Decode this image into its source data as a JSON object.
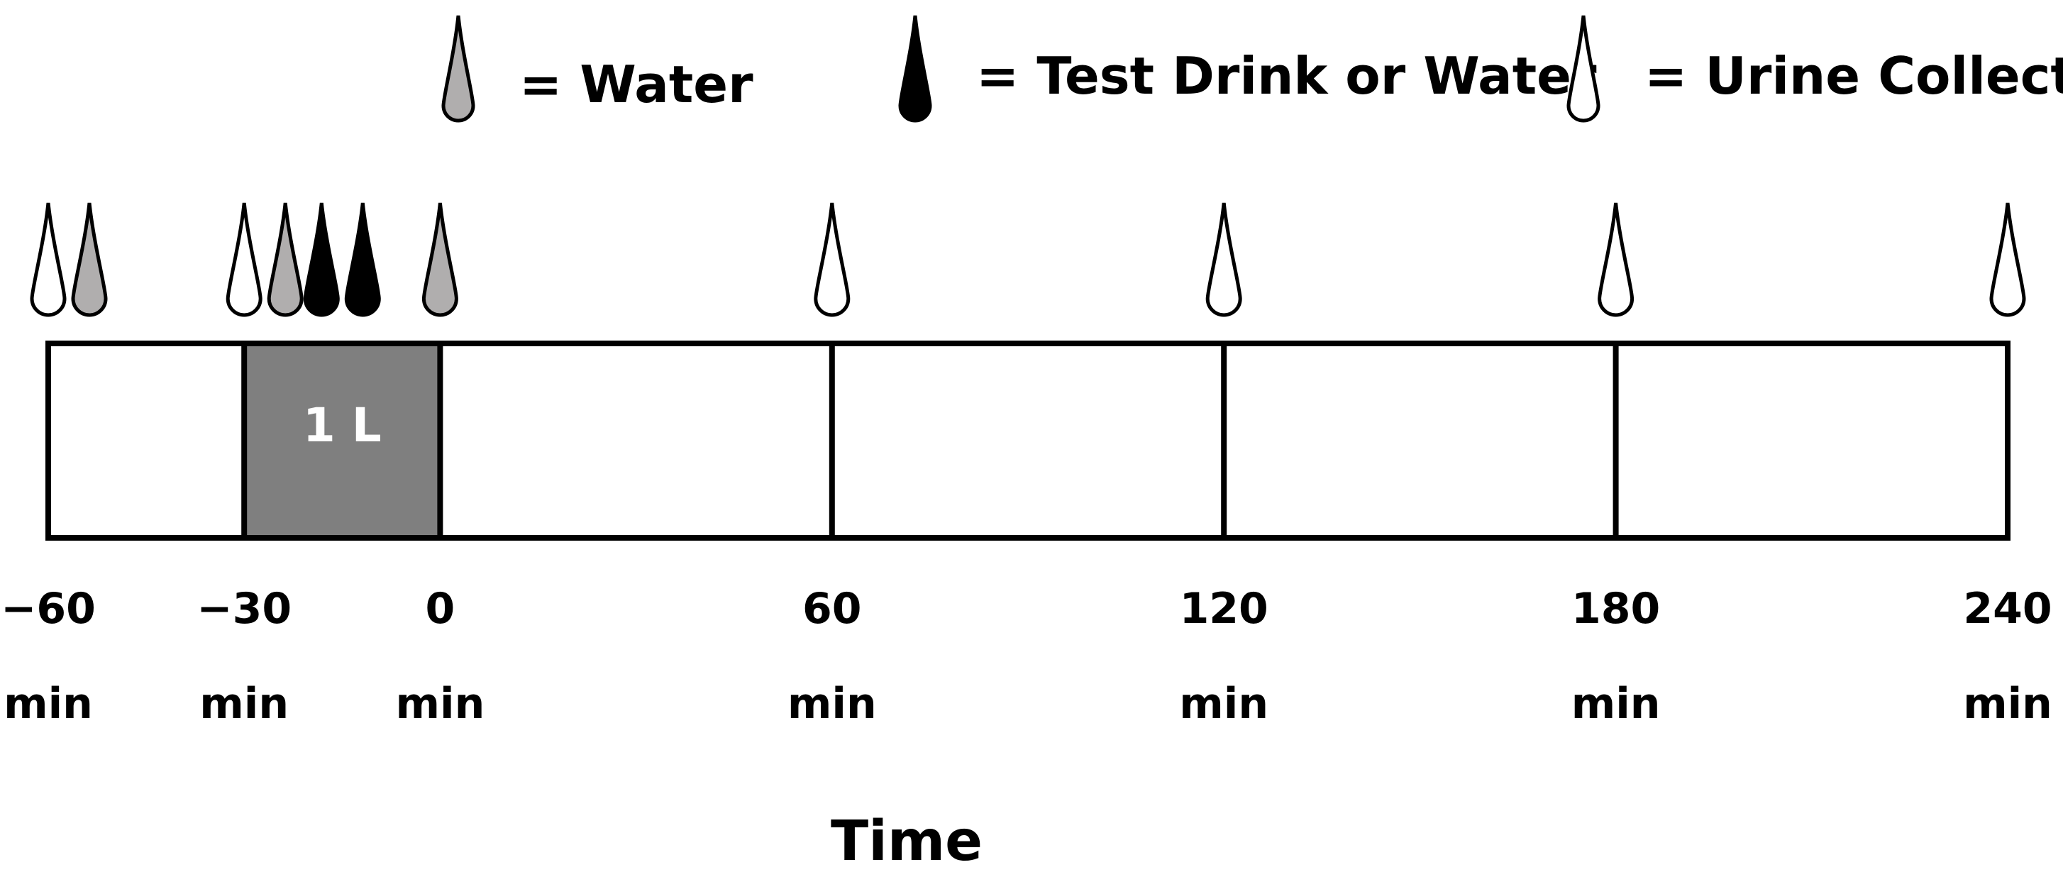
{
  "legend": [
    {
      "key": "water",
      "label": "= Water",
      "fill": "#b0aeae"
    },
    {
      "key": "test",
      "label": "= Test Drink or Water",
      "fill": "#000000"
    },
    {
      "key": "urine",
      "label": "= Urine Collection",
      "fill": "#ffffff"
    }
  ],
  "timeline": {
    "domain": [
      -60,
      240
    ],
    "ticks": [
      {
        "value": -60,
        "number": "−60",
        "unit": "min"
      },
      {
        "value": -30,
        "number": "−30",
        "unit": "min"
      },
      {
        "value": 0,
        "number": "0",
        "unit": "min"
      },
      {
        "value": 60,
        "number": "60",
        "unit": "min"
      },
      {
        "value": 120,
        "number": "120",
        "unit": "min"
      },
      {
        "value": 180,
        "number": "180",
        "unit": "min"
      },
      {
        "value": 240,
        "number": "240",
        "unit": "min"
      }
    ],
    "drinking_period": {
      "start": -30,
      "end": 0,
      "label": "1 L",
      "fill": "#7f7f7f"
    },
    "axis_title": "Time"
  },
  "events": [
    {
      "time": -60,
      "drops": [
        "urine",
        "water"
      ]
    },
    {
      "time": -30,
      "drops": [
        "urine",
        "water"
      ]
    },
    {
      "time": -15,
      "drops": [
        "test",
        "test"
      ]
    },
    {
      "time": 0,
      "drops": [
        "water"
      ]
    },
    {
      "time": 60,
      "drops": [
        "urine"
      ]
    },
    {
      "time": 120,
      "drops": [
        "urine"
      ]
    },
    {
      "time": 180,
      "drops": [
        "urine"
      ]
    },
    {
      "time": 240,
      "drops": [
        "urine"
      ]
    }
  ]
}
